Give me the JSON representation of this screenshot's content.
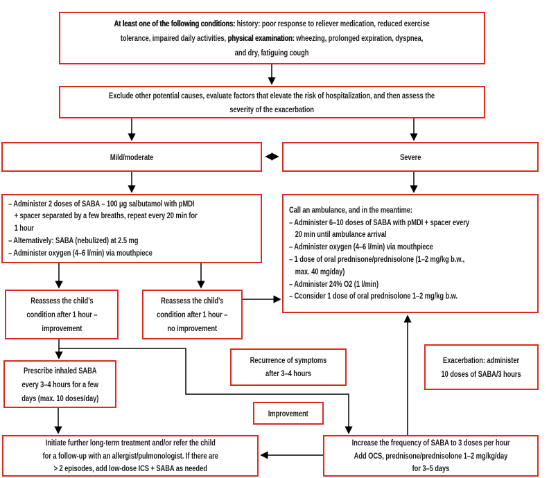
{
  "colors": {
    "box_border": "#da2a20",
    "text": "#1d1d1d",
    "arrow": "#000000",
    "background": "#ffffff"
  },
  "boxes": {
    "conditions": {
      "segments": [
        {
          "t": "At least one of the following conditions:",
          "b": true
        },
        {
          "t": " history: poor response to reliever medication, reduced exercise\ntolerance, impaired daily activities, ",
          "b": false
        },
        {
          "t": "physical examination:",
          "b": true
        },
        {
          "t": " wheezing, prolonged expiration, dyspnea,\nand dry, fatiguing cough",
          "b": false
        }
      ]
    },
    "exclude": {
      "lines": [
        "Exclude other potential causes, evaluate factors that elevate the risk of hospitalization, and then assess the",
        "severity of the exacerbation"
      ]
    },
    "mild": {
      "label": "Mild/moderate"
    },
    "severe": {
      "label": "Severe"
    },
    "mild_treatment": {
      "items": [
        "– Administer 2 doses of SABA – 100 μg salbutamol with pMDI\n+ spacer separated by a few breaths, repeat every 20 min for\n1 hour",
        "– Alternatively: SABA (nebulized) at 2.5 mg",
        "– Administer oxygen (4–6 l/min) via mouthpiece"
      ]
    },
    "severe_treatment": {
      "items": [
        "Call an ambulance, and in the meantime:",
        "– Administer 6–10 doses of SABA with pMDI + spacer every\n20 min until ambulance arrival",
        "– Administer oxygen (4–6 l/min) via mouthpiece",
        "– 1 dose of oral prednisone/prednisolone (1–2 mg/kg b.w.,\nmax. 40 mg/day)",
        "– Administer 24% O2 (1 l/min)",
        "– Cconsider 1 dose of oral prednisolone 1–2 mg/kg b.w."
      ]
    },
    "reassess_improvement": {
      "lines": [
        "Reassess the child’s",
        "condition after 1 hour –",
        "improvement"
      ]
    },
    "reassess_no_improvement": {
      "lines": [
        "Reassess the child’s",
        "condition after 1 hour –",
        "no improvement"
      ]
    },
    "prescribe": {
      "lines": [
        "Prescribe inhaled SABA",
        "every 3–4 hours for a few",
        "days (max. 10 doses/day)"
      ]
    },
    "recurrence": {
      "lines": [
        "Recurrence of symptoms",
        "after 3–4 hours"
      ]
    },
    "improvement": {
      "label": "Improvement"
    },
    "exacerbation": {
      "lines": [
        "Exacerbation: administer",
        "10 doses of SABA/3 hours"
      ]
    },
    "increase": {
      "lines": [
        "Increase the frequency of SABA to 3 doses per hour",
        "Add OCS, prednisone/prednisolone 1–2 mg/kg/day",
        "for 3–5 days"
      ]
    },
    "initiate": {
      "lines": [
        "Initiate further long-term treatment and/or refer the child",
        "for a follow-up with an allergist/pulmonologist. If there are",
        "> 2 episodes, add low-dose ICS + SABA as needed"
      ]
    }
  },
  "edges": [
    {
      "from": "conditions",
      "to": "exclude"
    },
    {
      "from": "exclude",
      "to": "mild"
    },
    {
      "from": "exclude",
      "to": "severe"
    },
    {
      "from": "mild",
      "to": "severe",
      "bidirectional": true
    },
    {
      "from": "mild",
      "to": "mild_treatment"
    },
    {
      "from": "severe",
      "to": "severe_treatment"
    },
    {
      "from": "mild_treatment",
      "to": "reassess_improvement"
    },
    {
      "from": "mild_treatment",
      "to": "reassess_no_improvement"
    },
    {
      "from": "reassess_no_improvement",
      "to": "severe_treatment"
    },
    {
      "from": "reassess_improvement",
      "to": "prescribe"
    },
    {
      "from": "reassess_improvement",
      "to": "increase",
      "via": "recurrence"
    },
    {
      "from": "prescribe",
      "to": "initiate"
    },
    {
      "from": "increase",
      "to": "initiate",
      "via": "improvement"
    },
    {
      "from": "increase",
      "to": "severe_treatment",
      "via": "exacerbation"
    }
  ]
}
